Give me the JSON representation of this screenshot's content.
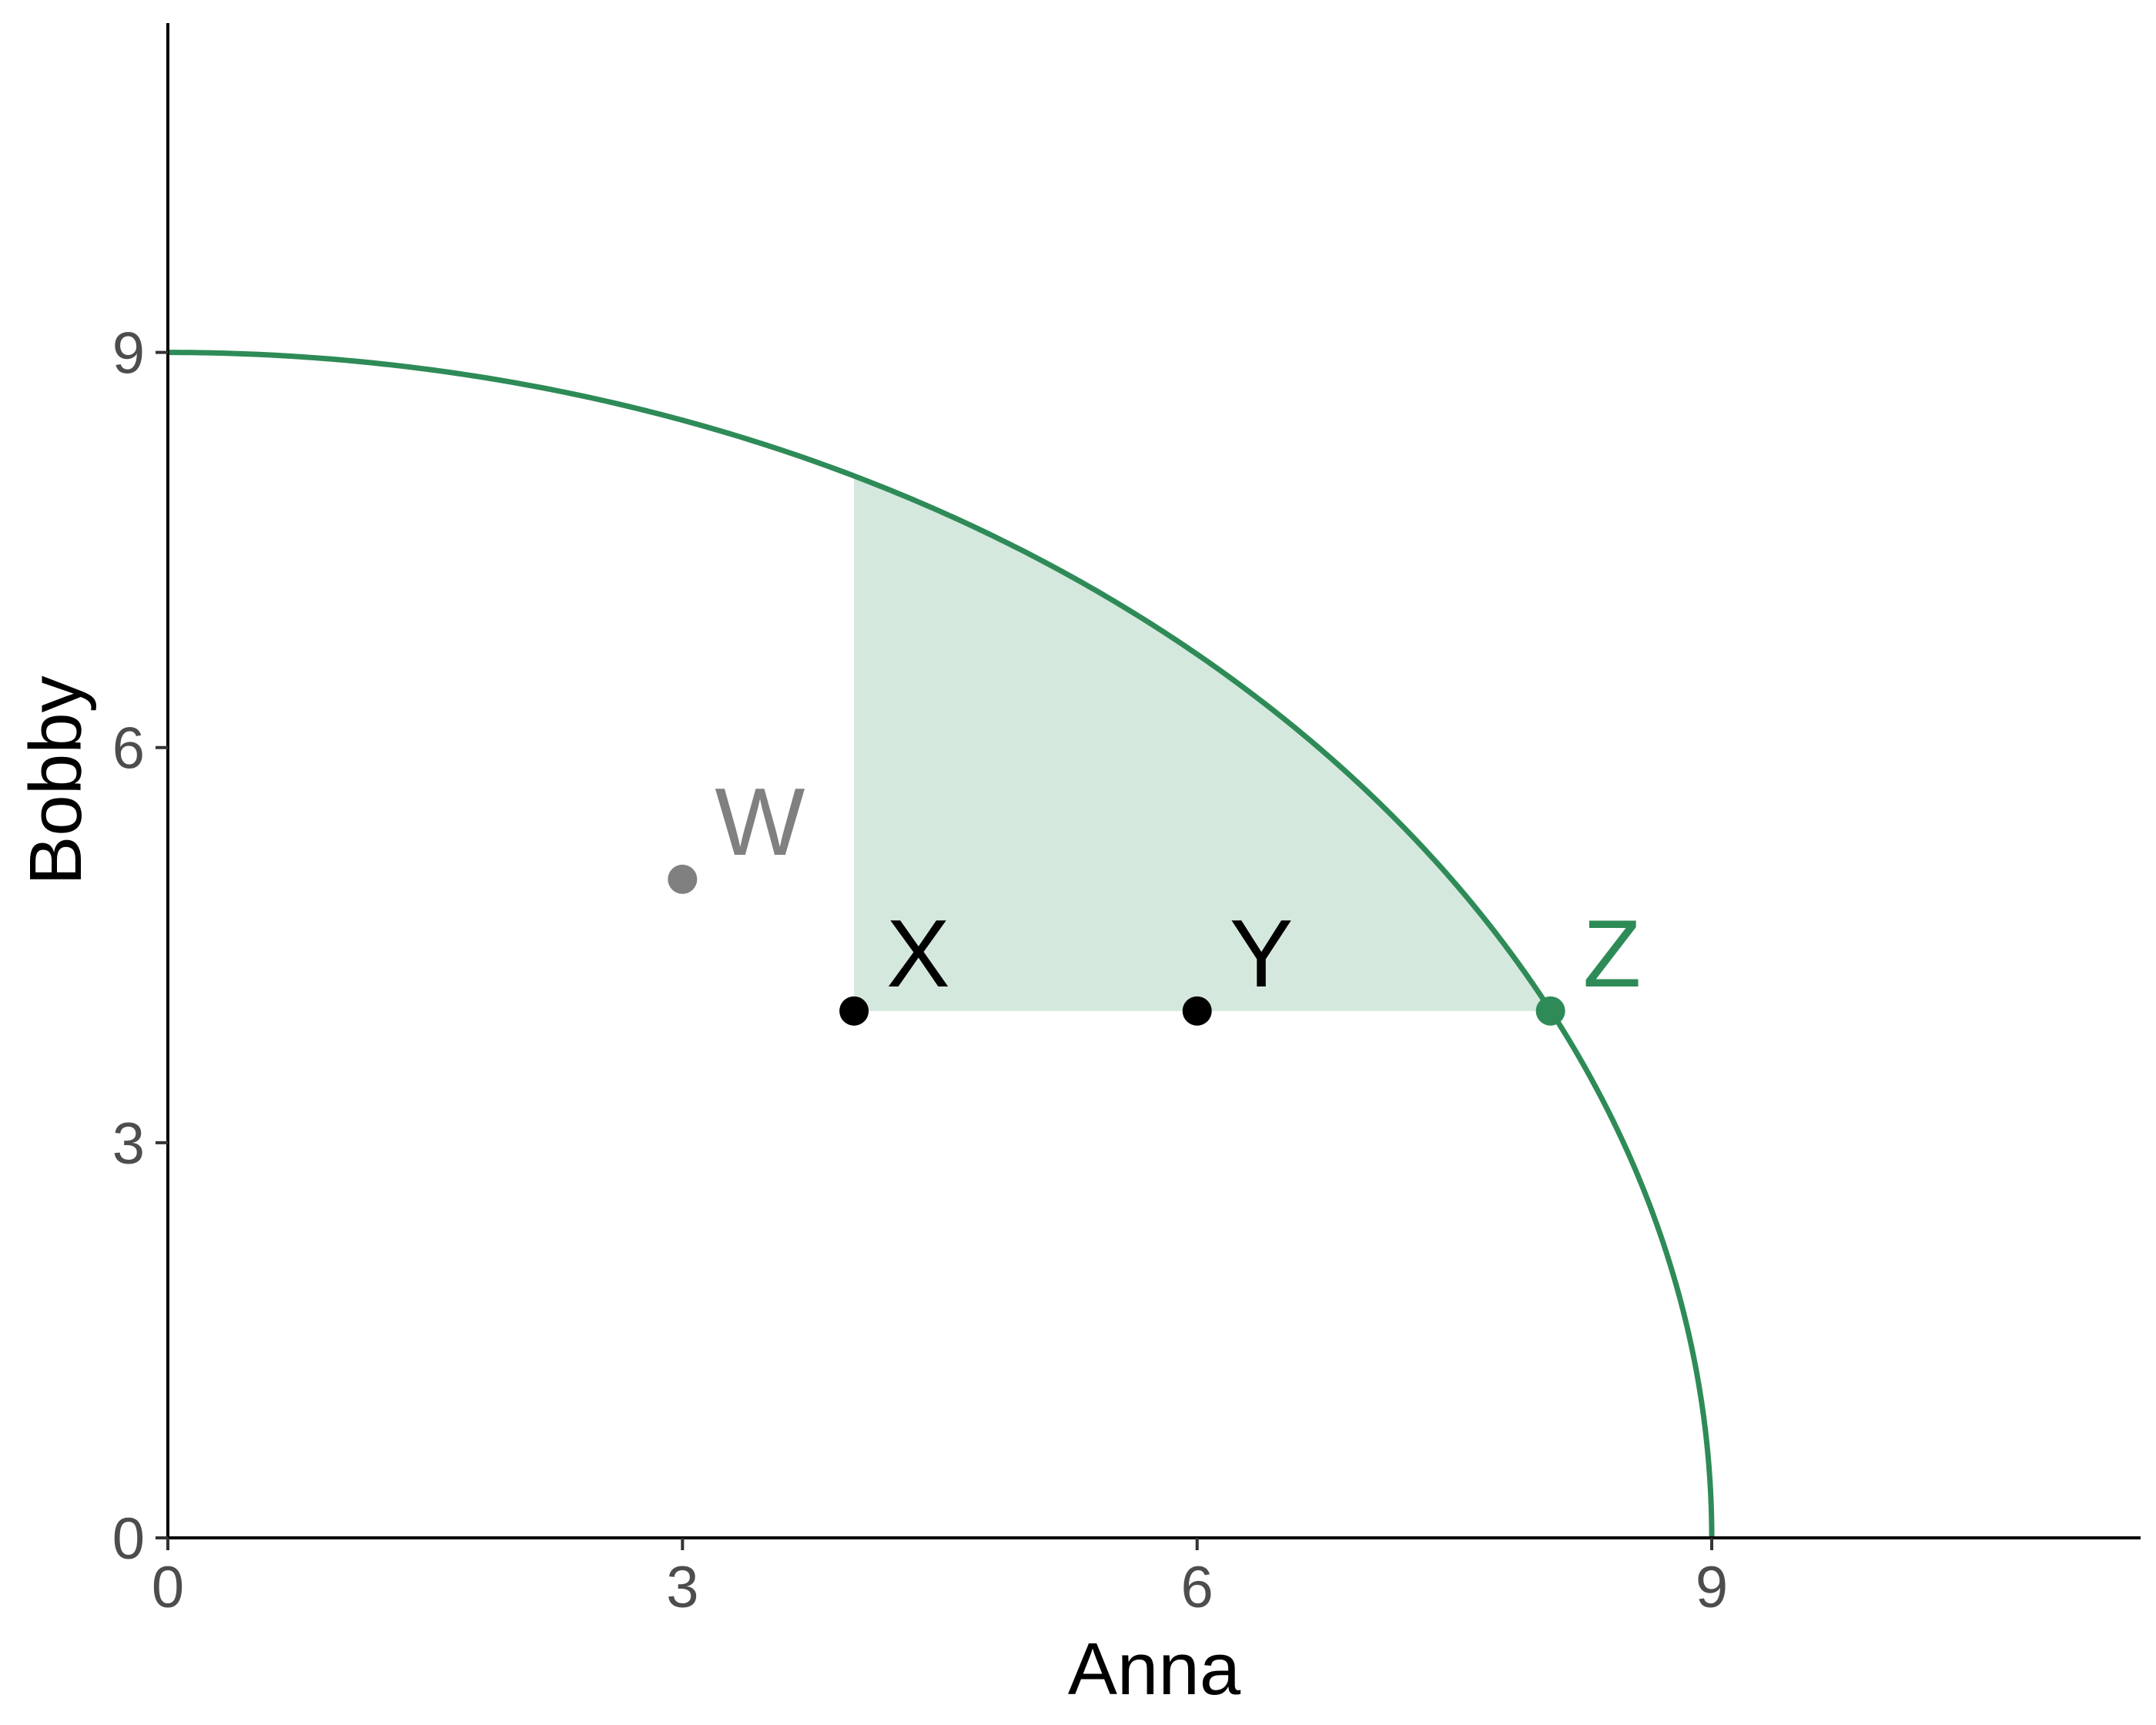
{
  "chart_data": {
    "type": "scatter",
    "title": "",
    "xlabel": "Anna",
    "ylabel": "Bobby",
    "xlim": [
      0,
      11.5
    ],
    "ylim": [
      0,
      11.5
    ],
    "x_ticks": [
      0,
      3,
      6,
      9
    ],
    "y_ticks": [
      0,
      3,
      6,
      9
    ],
    "grid": false,
    "frontier": {
      "shape": "quarter-circle",
      "radius": 9,
      "color": "#2e8b57"
    },
    "shaded_region": {
      "x_from": 4,
      "y_from": 4,
      "bounded_by": "frontier",
      "color": "#2e8b57",
      "opacity": 0.2
    },
    "points": [
      {
        "label": "W",
        "x": 3,
        "y": 5,
        "color": "#808080"
      },
      {
        "label": "X",
        "x": 4,
        "y": 4,
        "color": "#000000"
      },
      {
        "label": "Y",
        "x": 6,
        "y": 4,
        "color": "#000000"
      },
      {
        "label": "Z",
        "x": 8.06,
        "y": 4,
        "color": "#2e8b57"
      }
    ]
  }
}
